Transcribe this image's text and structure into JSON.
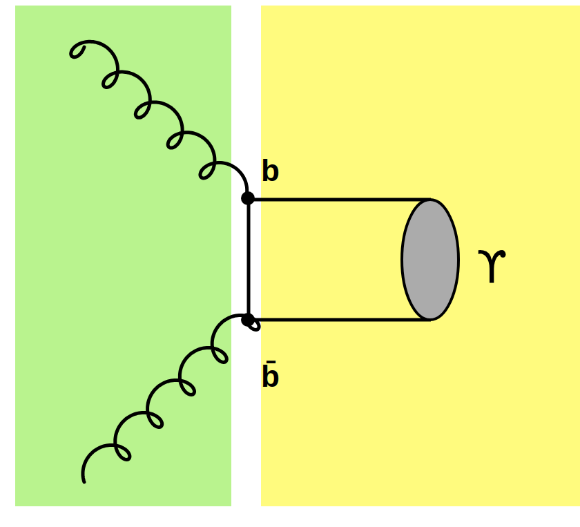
{
  "diagram": {
    "labels": [
      "b",
      "b̄",
      "ϒ"
    ]
  }
}
